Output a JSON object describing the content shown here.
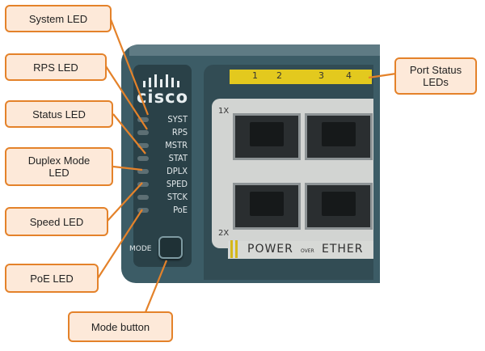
{
  "callouts": {
    "system_led": "System LED",
    "rps_led": "RPS LED",
    "status_led": "Status LED",
    "duplex_led": "Duplex Mode\nLED",
    "speed_led": "Speed LED",
    "poe_led": "PoE LED",
    "mode_button": "Mode button",
    "port_status": "Port Status\nLEDs"
  },
  "device": {
    "logo": "cisco",
    "led_labels": [
      "SYST",
      "RPS",
      "MSTR",
      "STAT",
      "DPLX",
      "SPED",
      "STCK",
      "PoE"
    ],
    "mode_label": "MODE",
    "port_numbers": [
      "1",
      "2",
      "3",
      "4"
    ],
    "port_row_labels": [
      "1X",
      "2X"
    ],
    "power_word": "POWER",
    "over_word": "OVER",
    "ether_word": "ETHER"
  },
  "colors": {
    "callout_border": "#e4822a",
    "callout_fill": "#fde9d9",
    "chassis": "#3c5c66",
    "port_strip": "#e3c91e"
  }
}
